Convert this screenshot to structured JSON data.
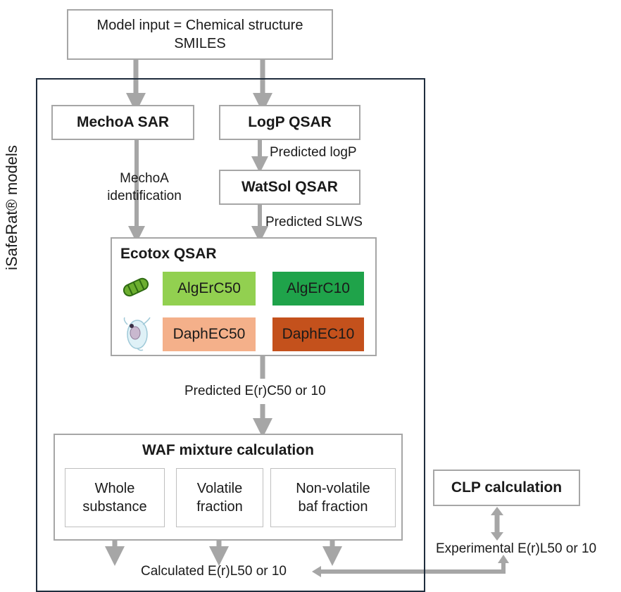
{
  "side_label": "iSafeRat® models",
  "input_box": {
    "line1": "Model input = Chemical structure",
    "line2": "SMILES"
  },
  "mechoa_sar": "MechoA SAR",
  "logp_qsar": "LogP QSAR",
  "predicted_logp": "Predicted logP",
  "mechoa_identification": {
    "line1": "MechoA",
    "line2": "identification"
  },
  "watsol_qsar": "WatSol QSAR",
  "predicted_slws": "Predicted SLWS",
  "ecotox": {
    "title": "Ecotox QSAR",
    "algae_icon": "algae-icon",
    "daphnia_icon": "daphnia-icon",
    "cells": [
      {
        "label": "AlgErC50",
        "color": "#92d050"
      },
      {
        "label": "AlgErC10",
        "color": "#1fa34a"
      },
      {
        "label": "DaphEC50",
        "color": "#f4b08a"
      },
      {
        "label": "DaphEC10",
        "color": "#c4511c"
      }
    ]
  },
  "predicted_erc": "Predicted E(r)C50 or 10",
  "waf": {
    "title": "WAF mixture calculation",
    "sub": [
      {
        "line1": "Whole",
        "line2": "substance"
      },
      {
        "line1": "Volatile",
        "line2": "fraction"
      },
      {
        "line1": "Non-volatile",
        "line2": "baf fraction"
      }
    ]
  },
  "calculated": "Calculated E(r)L50 or 10",
  "clp": "CLP calculation",
  "experimental": "Experimental E(r)L50 or 10",
  "colors": {
    "arrow": "#a6a6a6",
    "frame": "#1f2d3d",
    "box_border": "#a6a6a6"
  }
}
